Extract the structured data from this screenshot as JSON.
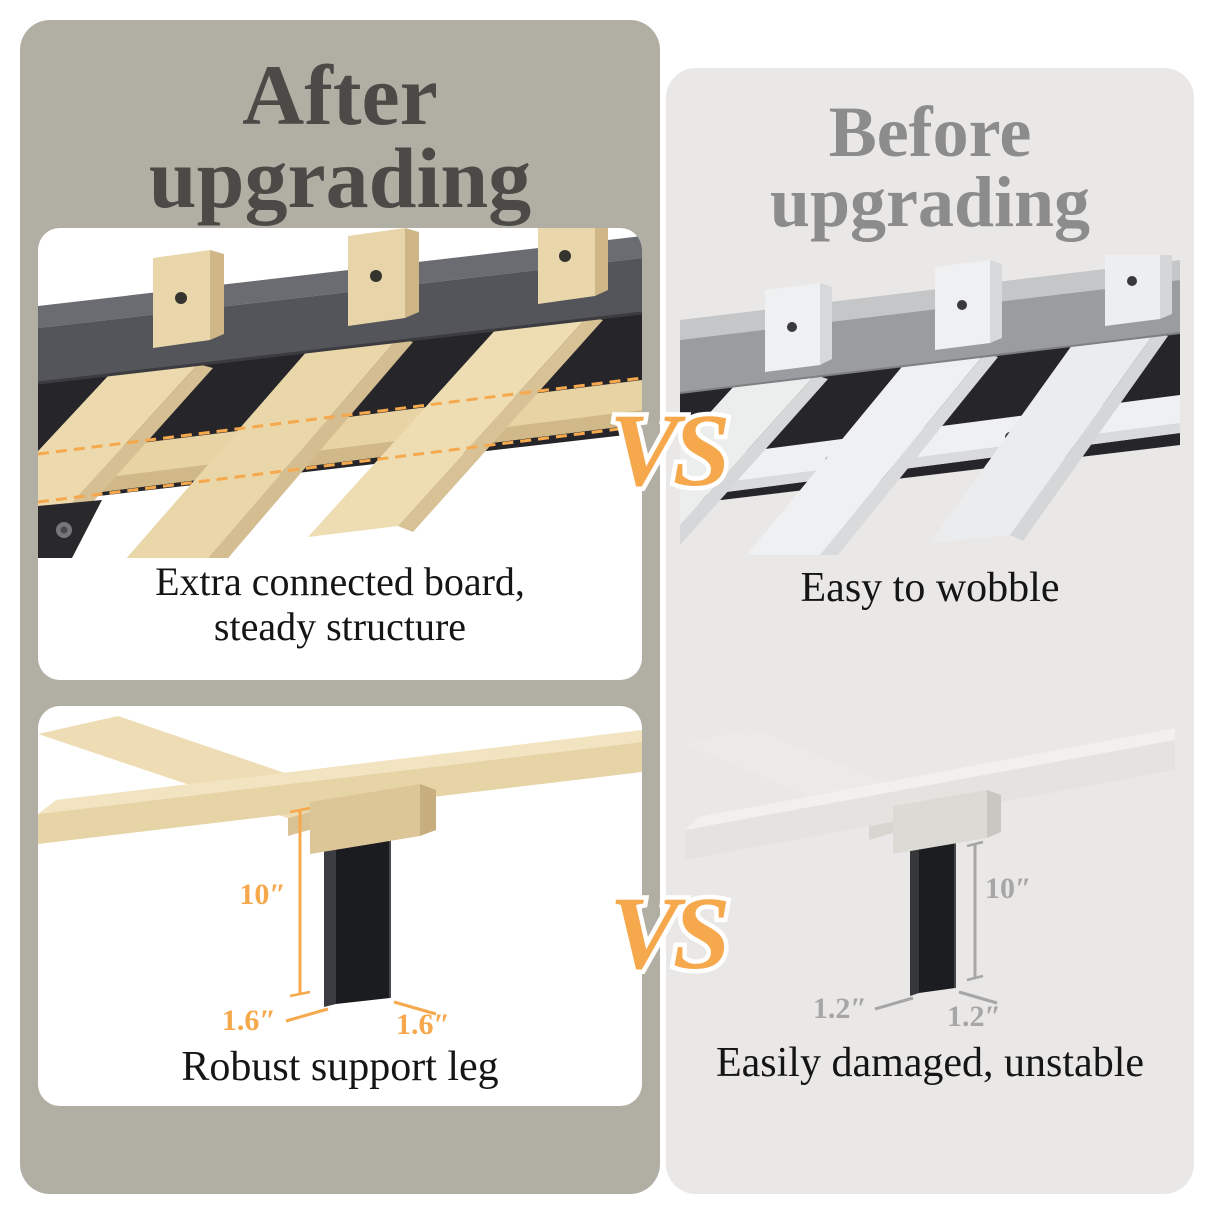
{
  "after_panel": {
    "title_line1": "After",
    "title_line2": "upgrading",
    "card_board": {
      "caption_line1": "Extra connected board,",
      "caption_line2": "steady structure"
    },
    "card_leg": {
      "caption": "Robust support leg",
      "dim_height": "10″",
      "dim_depth": "1.6″",
      "dim_width": "1.6″"
    }
  },
  "before_panel": {
    "title_line1": "Before",
    "title_line2": "upgrading",
    "section_board": {
      "caption": "Easy to wobble"
    },
    "section_leg": {
      "caption": "Easily damaged, unstable",
      "dim_height": "10″",
      "dim_depth": "1.2″",
      "dim_width": "1.2″"
    }
  },
  "vs_top": {
    "label": "VS"
  },
  "vs_bottom": {
    "label": "VS"
  },
  "colors": {
    "accent_orange": "#f6a84c",
    "after_panel_bg": "#b1aea4",
    "before_panel_bg": "#e9e8e6",
    "after_title": "#4b4a47",
    "before_title": "#8c8c8c"
  }
}
